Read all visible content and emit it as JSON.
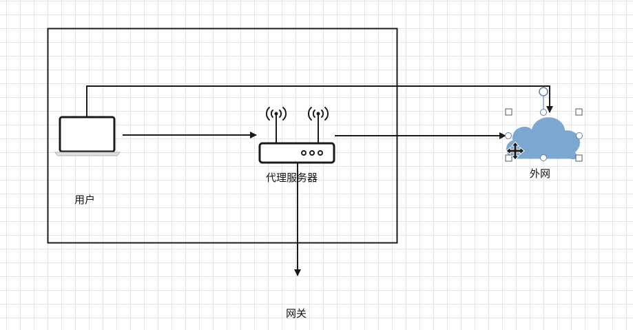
{
  "nodes": {
    "user": {
      "label": "用户",
      "icon": "laptop-icon"
    },
    "proxy": {
      "label": "代理服务器",
      "icon": "router-icon"
    },
    "internet": {
      "label": "外网",
      "icon": "cloud-icon",
      "color": "#7ba7d1",
      "selected": true
    },
    "gateway": {
      "label": "网关"
    }
  },
  "edges": [
    {
      "from": "user",
      "to": "proxy"
    },
    {
      "from": "user",
      "to": "internet"
    },
    {
      "from": "proxy",
      "to": "internet"
    },
    {
      "from": "proxy",
      "to": "gateway"
    }
  ],
  "colors": {
    "stroke": "#1a1a1a",
    "grid": "#e4e4e4",
    "selection_handle": "#5a7fb0"
  }
}
